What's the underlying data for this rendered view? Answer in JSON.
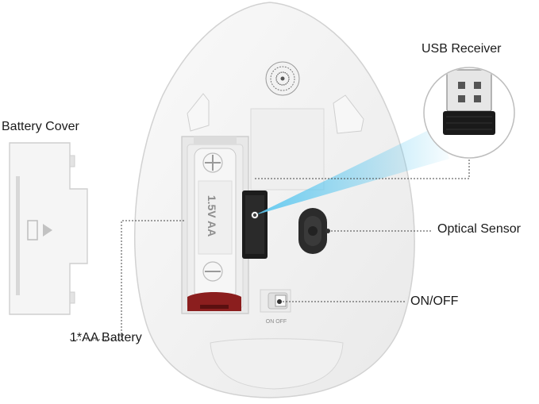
{
  "labels": {
    "usb_receiver": "USB Receiver",
    "battery_cover": "Battery Cover",
    "optical_sensor": "Optical Sensor",
    "on_off": "ON/OFF",
    "battery": "1*AA Battery"
  },
  "switch_text": "ON OFF",
  "battery_text": "1.5V AA",
  "colors": {
    "mouse_body": "#f4f4f4",
    "mouse_inner": "#ececec",
    "outline": "#d2d2d2",
    "leader_line": "#444444",
    "receiver_beam": "#5ec8f0",
    "receiver_plug": "#1a1a1a",
    "battery_terminal": "#8b1e1e"
  }
}
